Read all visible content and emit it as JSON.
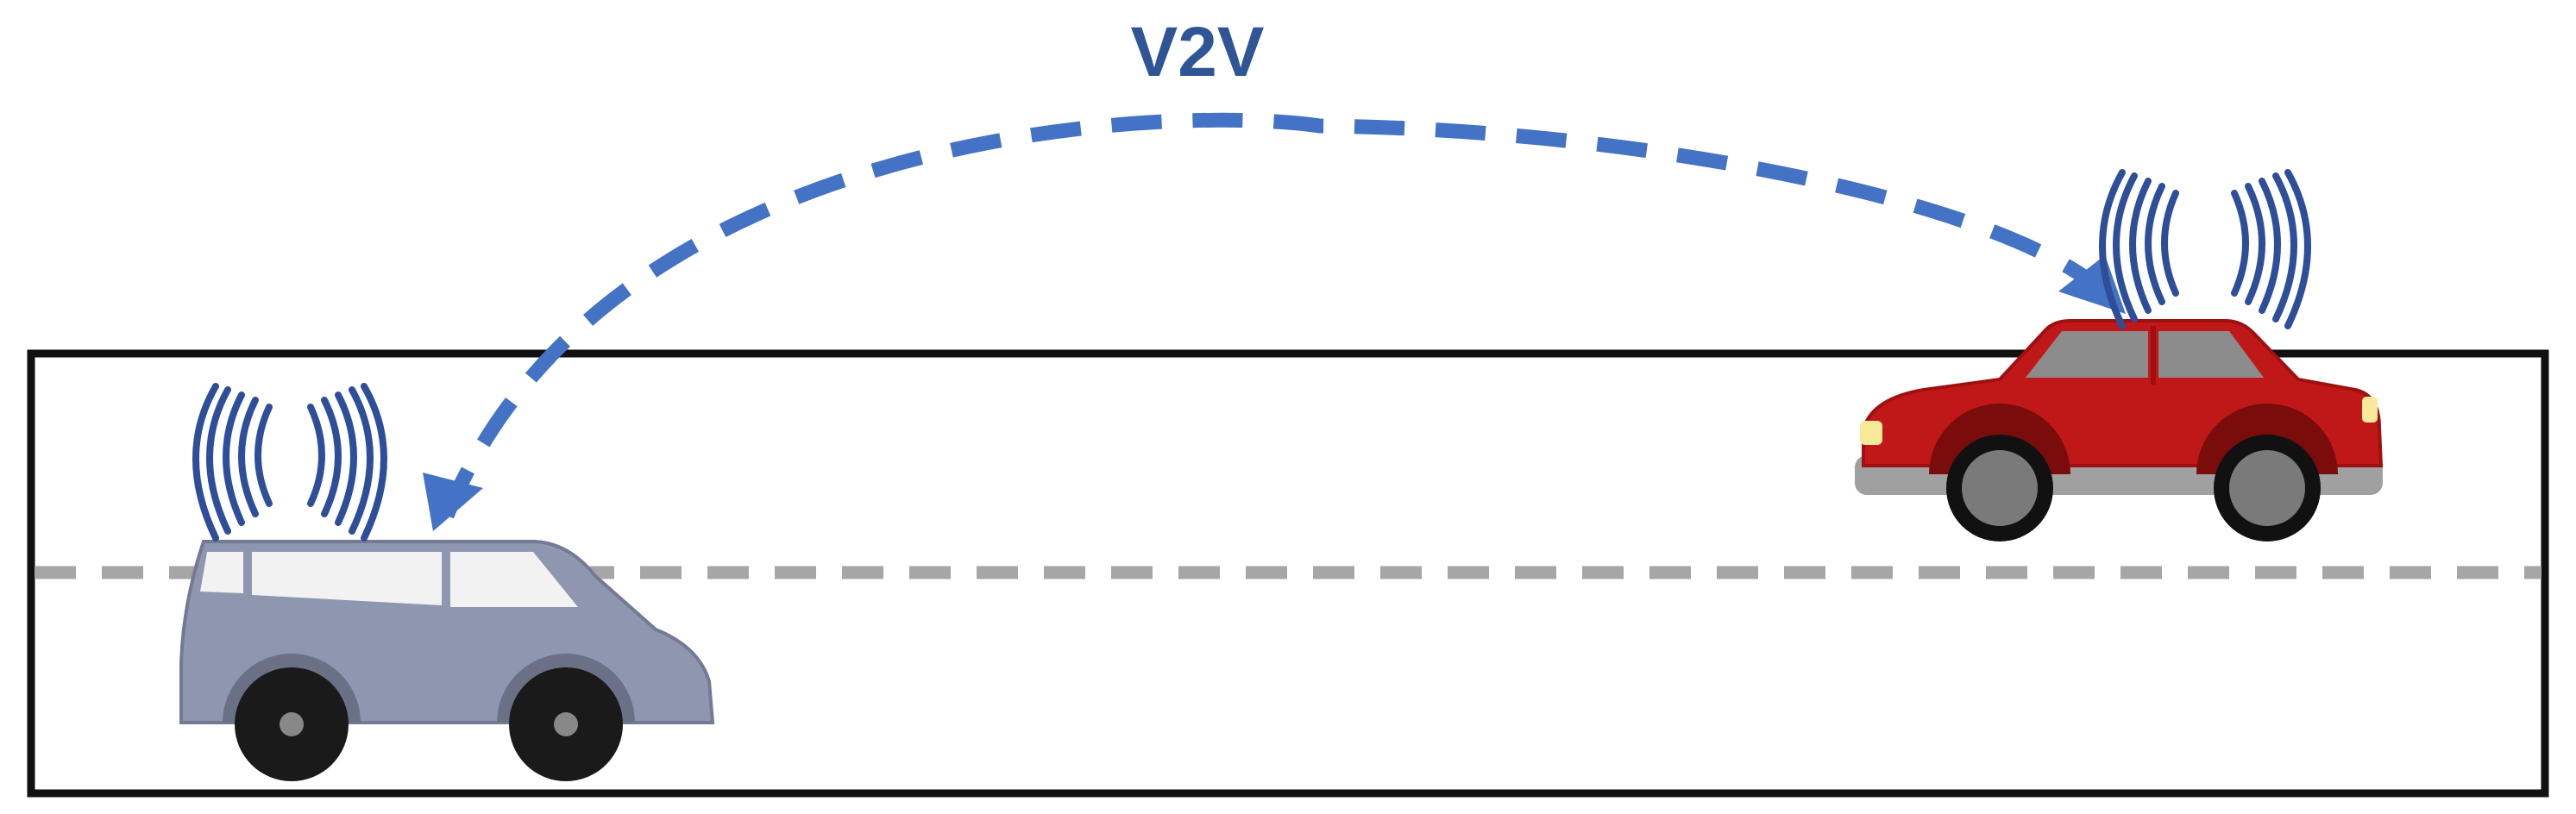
{
  "diagram": {
    "label": "V2V",
    "colors": {
      "arrow": "#4472C4",
      "label": "#2F5597",
      "signal": "#2E4E9A",
      "road_border": "#111111",
      "lane_marking": "#A6A6A6",
      "van_body": "#8E96B0",
      "car_body": "#C01818",
      "tire": "#1A1A1A",
      "hub": "#888888"
    },
    "vehicles": [
      {
        "type": "van",
        "icon": "van-icon"
      },
      {
        "type": "car",
        "icon": "car-icon"
      }
    ],
    "connection": {
      "kind": "bidirectional-dashed-arrow"
    }
  }
}
